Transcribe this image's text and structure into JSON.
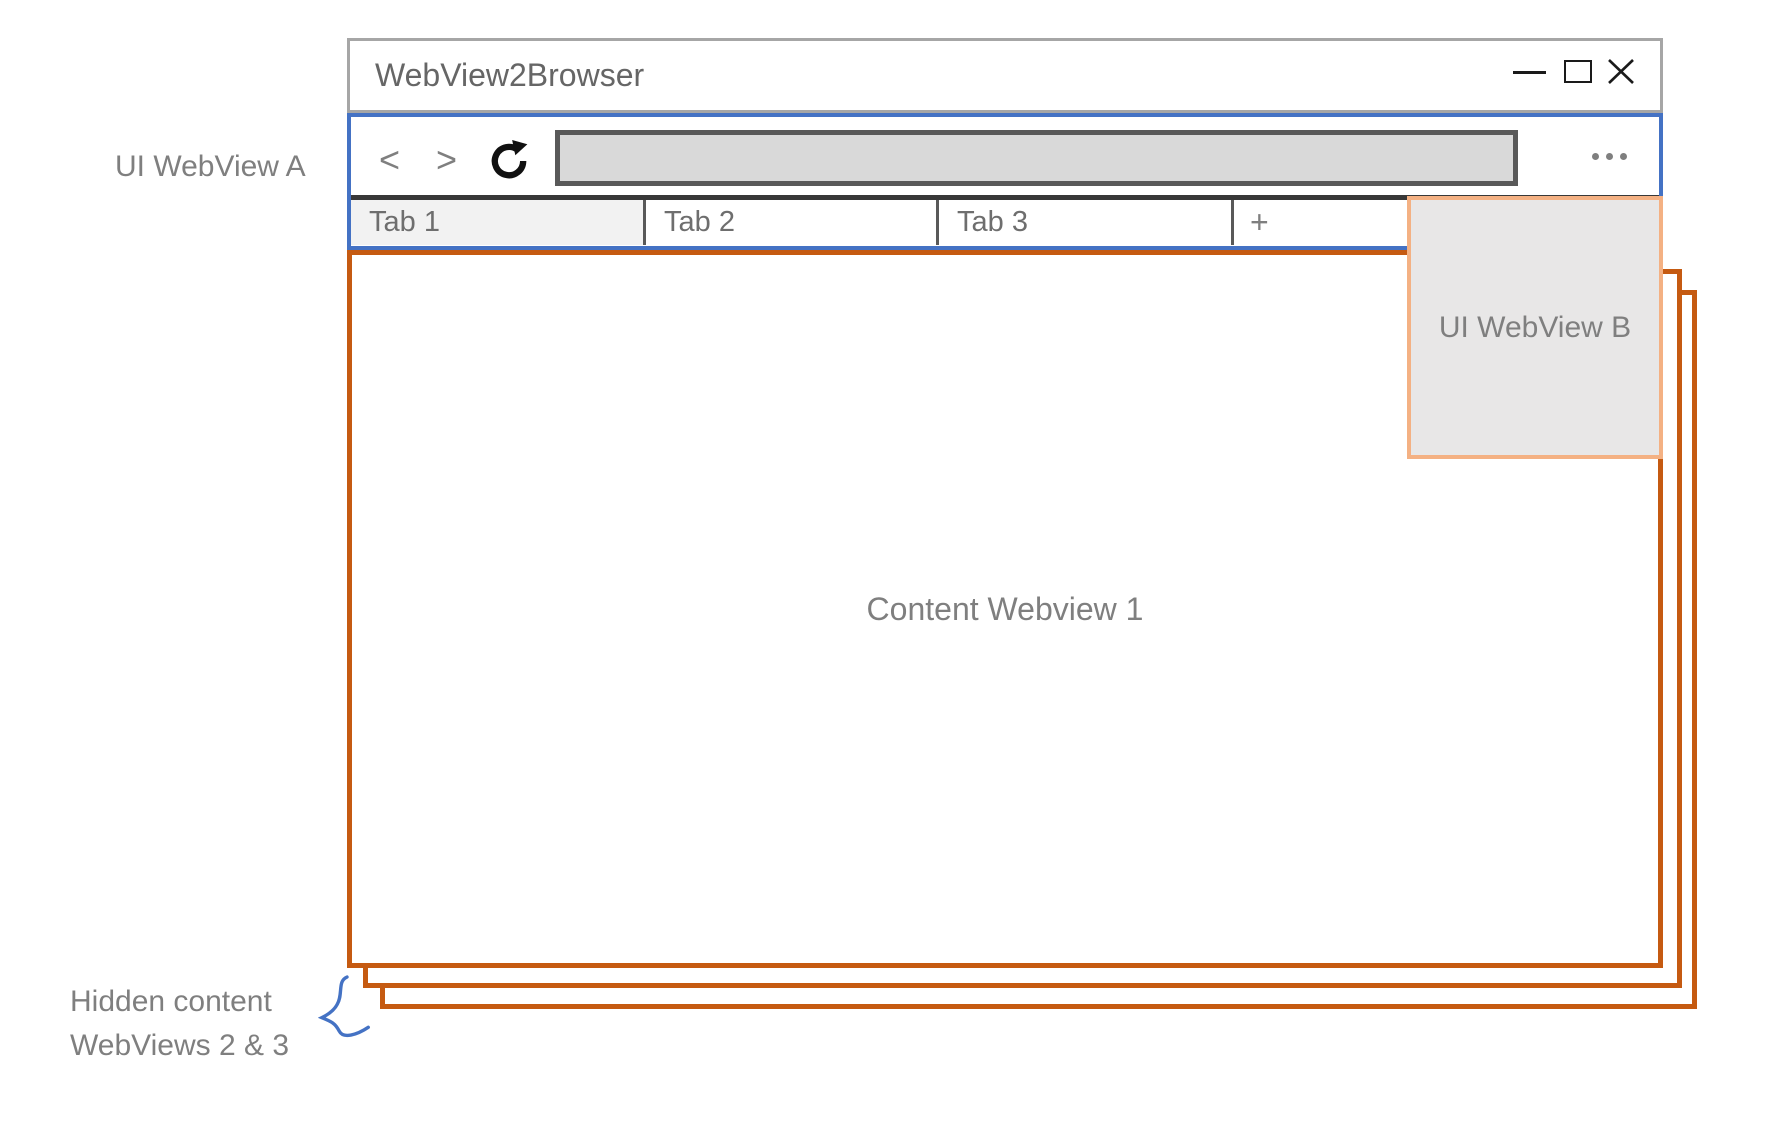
{
  "window": {
    "title": "WebView2Browser"
  },
  "toolbar": {
    "back_label": "<",
    "forward_label": ">"
  },
  "tabs": [
    {
      "label": "Tab 1",
      "active": true
    },
    {
      "label": "Tab 2",
      "active": false
    },
    {
      "label": "Tab 3",
      "active": false
    },
    {
      "label": "+",
      "active": false
    }
  ],
  "address_bar": {
    "value": "",
    "placeholder": ""
  },
  "content": {
    "webview1_label": "Content Webview 1"
  },
  "annotations": {
    "ui_webview_a": "UI WebView A",
    "ui_webview_b": "UI WebView B",
    "hidden_line1": "Hidden content",
    "hidden_line2": "WebViews 2 & 3"
  },
  "colors": {
    "chrome_accent_blue": "#4472C4",
    "content_border_orange": "#C55A11",
    "overlay_border_light_orange": "#F4B183",
    "overlay_fill_gray": "#E8E7E7",
    "address_fill_gray": "#D9D9D9",
    "title_border_gray": "#A6A6A6",
    "label_text_gray": "#7f7f7f"
  }
}
